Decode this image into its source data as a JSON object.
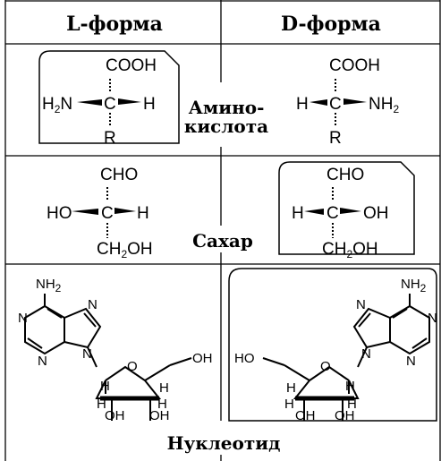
{
  "headers": {
    "l_form": "L-форма",
    "d_form": "D-форма"
  },
  "row_labels": {
    "amino_line1": "Амино-",
    "amino_line2": "кислота",
    "sugar": "Сахар",
    "nucleotide": "Нуклеотид"
  },
  "amino_acid": {
    "top_group": "COOH",
    "amine": "H2N",
    "hydrogen": "H",
    "center": "C",
    "side_chain": "R",
    "d_amine": "NH2"
  },
  "sugar": {
    "top_group": "CHO",
    "hydroxyl_left": "HO",
    "hydroxyl_right": "OH",
    "hydrogen": "H",
    "center": "C",
    "bottom_group": "CH2OH"
  },
  "nucleotide": {
    "amino": "NH2",
    "nitrogen": "N",
    "oxygen": "O",
    "hydrogen": "H",
    "hydroxyl": "OH",
    "hydroxyl_left": "HO"
  },
  "highlight": {
    "amino_acid": "l",
    "sugar": "d",
    "nucleotide": "d"
  }
}
